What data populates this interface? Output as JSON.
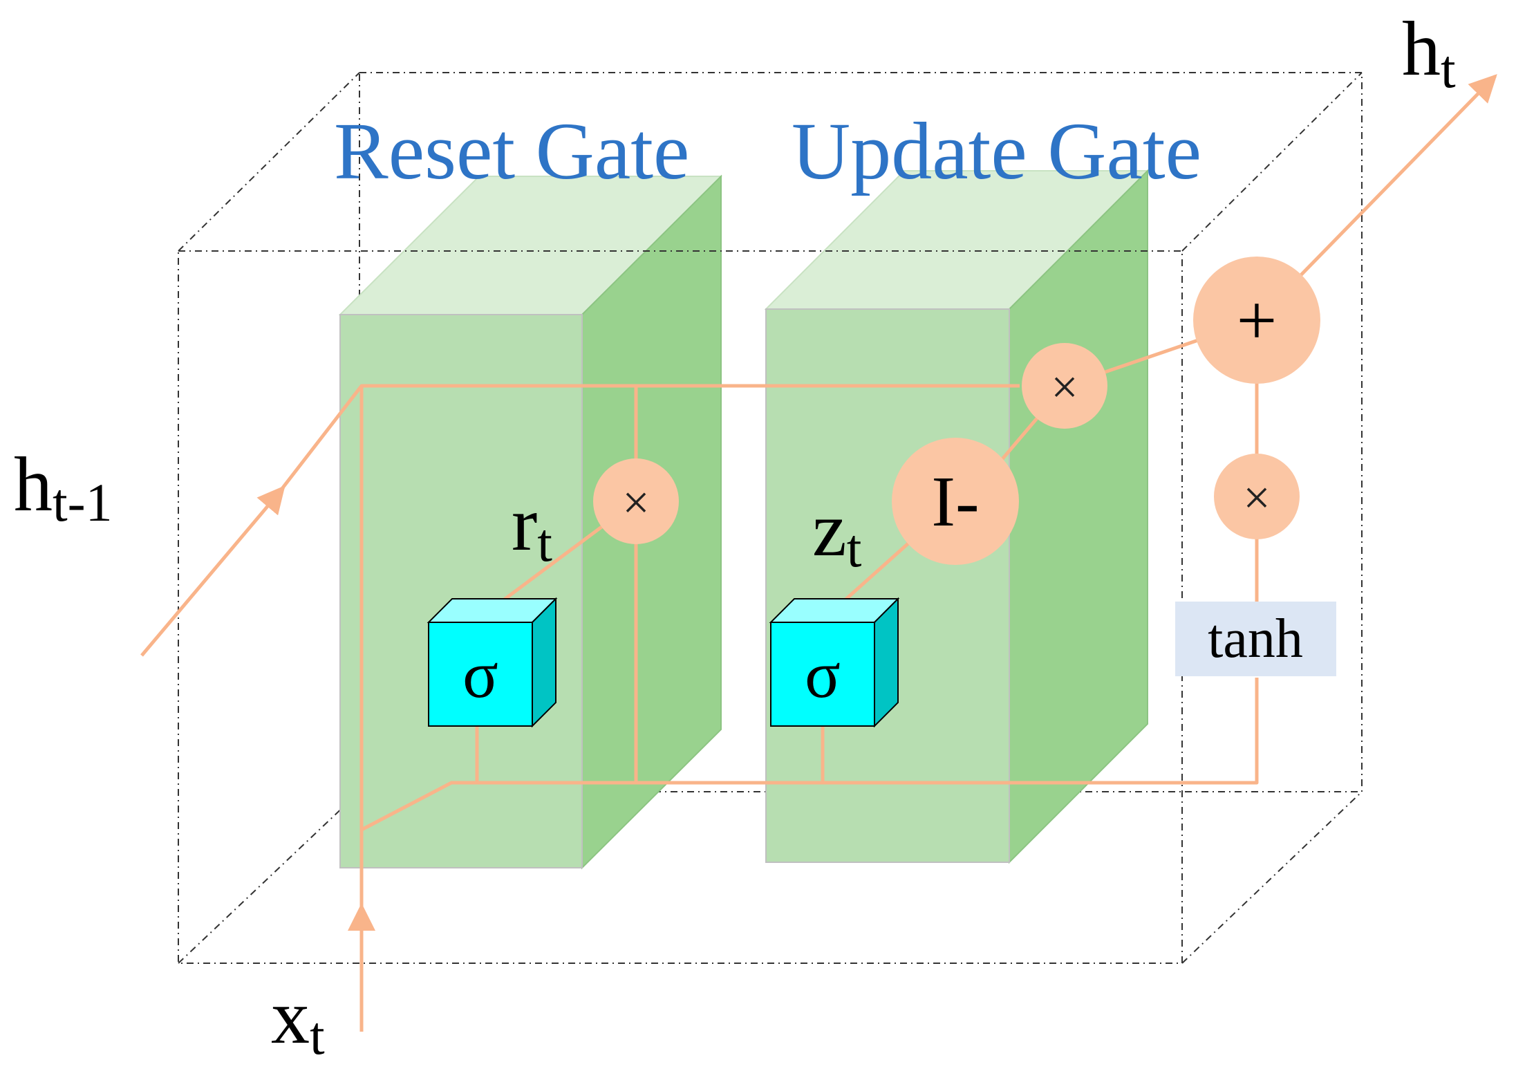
{
  "gates": {
    "reset": {
      "label": "Reset Gate"
    },
    "update": {
      "label": "Update Gate"
    }
  },
  "variables": {
    "h_prev": {
      "base": "h",
      "sub": "t-1"
    },
    "h_out": {
      "base": "h",
      "sub": "t"
    },
    "x_in": {
      "base": "x",
      "sub": "t"
    },
    "r": {
      "base": "r",
      "sub": "t"
    },
    "z": {
      "base": "z",
      "sub": "t"
    }
  },
  "operators": {
    "sigma": "σ",
    "multiply": "×",
    "add": "+",
    "one_minus": "I-",
    "tanh": "tanh"
  },
  "colors": {
    "gate_title": "#2e74c6",
    "flow_line": "#f9b48a",
    "operator_fill": "#fbc6a4",
    "sigma_front": "#00ffff",
    "sigma_top": "#99ffff",
    "sigma_side": "#00c4c4",
    "block_front": "#b7deb1",
    "block_top": "#daeed6",
    "block_side": "#99d28e",
    "tanh_fill": "#dce6f4"
  }
}
